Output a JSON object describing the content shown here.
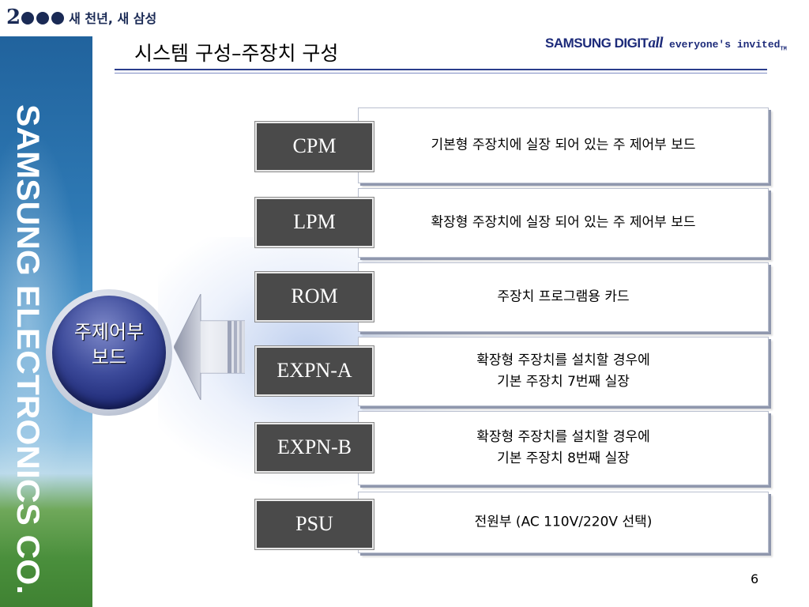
{
  "header": {
    "millennium_number": "2",
    "millennium_slogan": "새 천년, 새 삼성",
    "title": "시스템 구성–주장치 구성",
    "brand_main": "SAMSUNG DIGIT",
    "brand_suffix": "all",
    "brand_tagline": "everyone's invited",
    "brand_tm": "TM"
  },
  "sidebar": {
    "company": "SAMSUNG ELECTRONICS CO."
  },
  "center": {
    "label_line1": "주제어부",
    "label_line2": "보드"
  },
  "rows": [
    {
      "label": "CPM",
      "desc_line1": "기본형 주장치에 실장 되어 있는 주 제어부 보드",
      "desc_line2": ""
    },
    {
      "label": "LPM",
      "desc_line1": "확장형 주장치에 실장 되어 있는 주 제어부 보드",
      "desc_line2": ""
    },
    {
      "label": "ROM",
      "desc_line1": "주장치  프로그램용 카드",
      "desc_line2": ""
    },
    {
      "label": "EXPN-A",
      "desc_line1": "확장형 주장치를 설치할 경우에",
      "desc_line2": "기본 주장치 7번째 실장"
    },
    {
      "label": "EXPN-B",
      "desc_line1": "확장형 주장치를 설치할 경우에",
      "desc_line2": "기본 주장치 8번째 실장"
    },
    {
      "label": "PSU",
      "desc_line1": "전원부 (AC 110V/220V 선택)",
      "desc_line2": ""
    }
  ],
  "footer": {
    "page_number": "6"
  },
  "colors": {
    "title_rule": "#2a3d8c",
    "label_bg": "#4a4a4a",
    "circle": "#1b2672",
    "sidebar": "#2e79b4"
  }
}
